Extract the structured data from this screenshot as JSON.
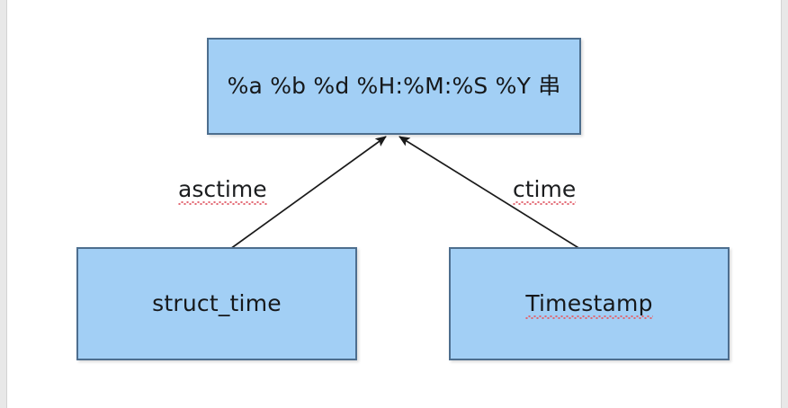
{
  "diagram": {
    "title": "time conversion diagram",
    "background_color": "#ffffff",
    "node_fill_color": "#a2cff5",
    "node_border_color": "#4d6e8e",
    "text_color": "#16181a",
    "connector_color": "#1a1a1a",
    "spellcheck_underline_color": "#e2636e",
    "nodes": [
      {
        "id": "format-string",
        "label": "%a %b %d %H:%M:%S %Y 串",
        "misspelled": false
      },
      {
        "id": "struct-time",
        "label": "struct_time",
        "misspelled": false
      },
      {
        "id": "timestamp",
        "label": "Timestamp",
        "misspelled": true
      }
    ],
    "edges": [
      {
        "id": "asctime",
        "label": "asctime",
        "from": "struct-time",
        "to": "format-string",
        "misspelled": true,
        "arrow": "filled-triangle"
      },
      {
        "id": "ctime",
        "label": "ctime",
        "from": "timestamp",
        "to": "format-string",
        "misspelled": true,
        "arrow": "filled-triangle"
      }
    ]
  }
}
